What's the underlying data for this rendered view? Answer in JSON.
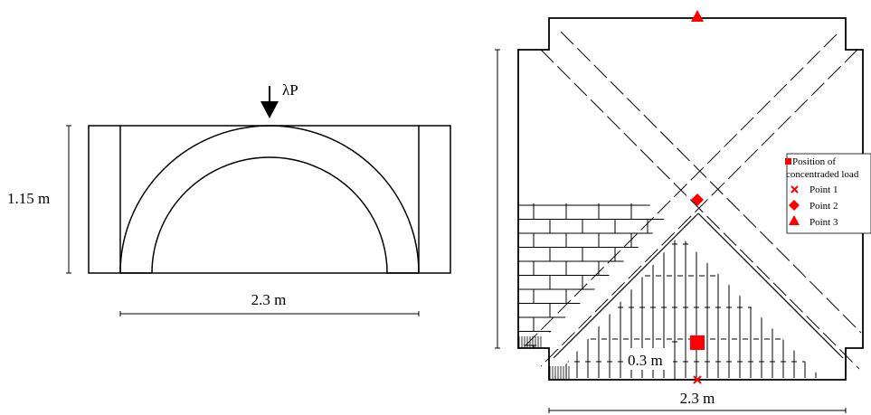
{
  "left_figure": {
    "load_label": "λP",
    "height_label": "1.15 m",
    "span_label": "2.3 m"
  },
  "right_figure": {
    "span_label": "2.3 m",
    "offset_label": "0.3 m"
  },
  "legend": {
    "items": [
      {
        "label_line1": "Position of",
        "label_line2": "concentraded load",
        "marker": "square",
        "color": "#ff0000"
      },
      {
        "label": "Point 1",
        "marker": "cross",
        "color": "#ff0000"
      },
      {
        "label": "Point 2",
        "marker": "diamond",
        "color": "#ff0000"
      },
      {
        "label": "Point 3",
        "marker": "triangle",
        "color": "#ff0000"
      }
    ]
  },
  "colors": {
    "marker": "#ff0000",
    "line": "#000000"
  }
}
